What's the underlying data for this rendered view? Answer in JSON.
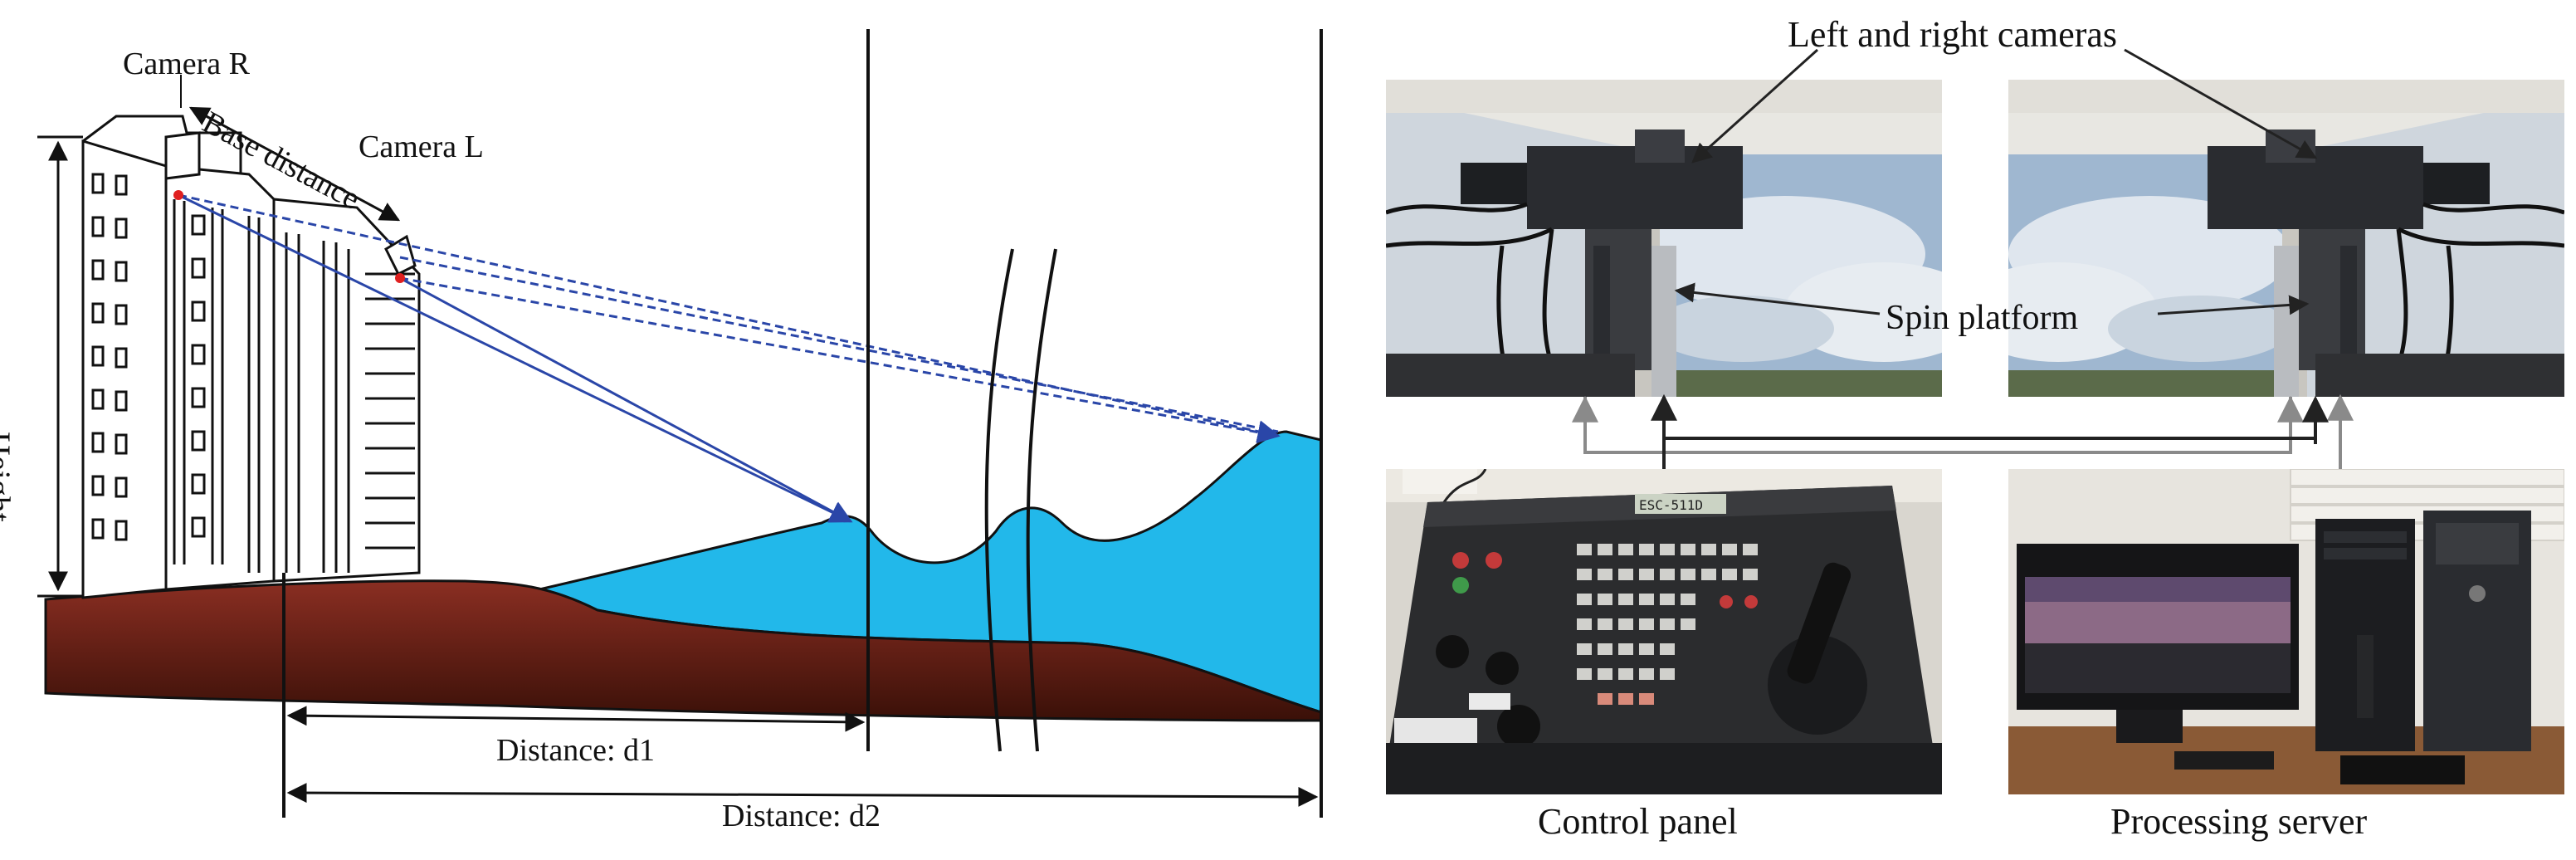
{
  "left_diagram": {
    "camera_r_label": "Camera R",
    "camera_l_label": "Camera L",
    "base_distance_label": "Base distance",
    "height_label": "Height",
    "distance_d1_label": "Distance: d1",
    "distance_d2_label": "Distance: d2",
    "colors": {
      "water": "#22b8ea",
      "ground_top": "#8a2e22",
      "ground_bottom": "#3d1109",
      "sight_line": "#2a46a8",
      "camera_dot": "#e02020"
    }
  },
  "right_panel": {
    "left_right_cameras_label": "Left and right cameras",
    "spin_platform_label": "Spin platform",
    "control_panel_label": "Control panel",
    "processing_server_label": "Processing server",
    "controller_display_text": "ESC-511D"
  }
}
